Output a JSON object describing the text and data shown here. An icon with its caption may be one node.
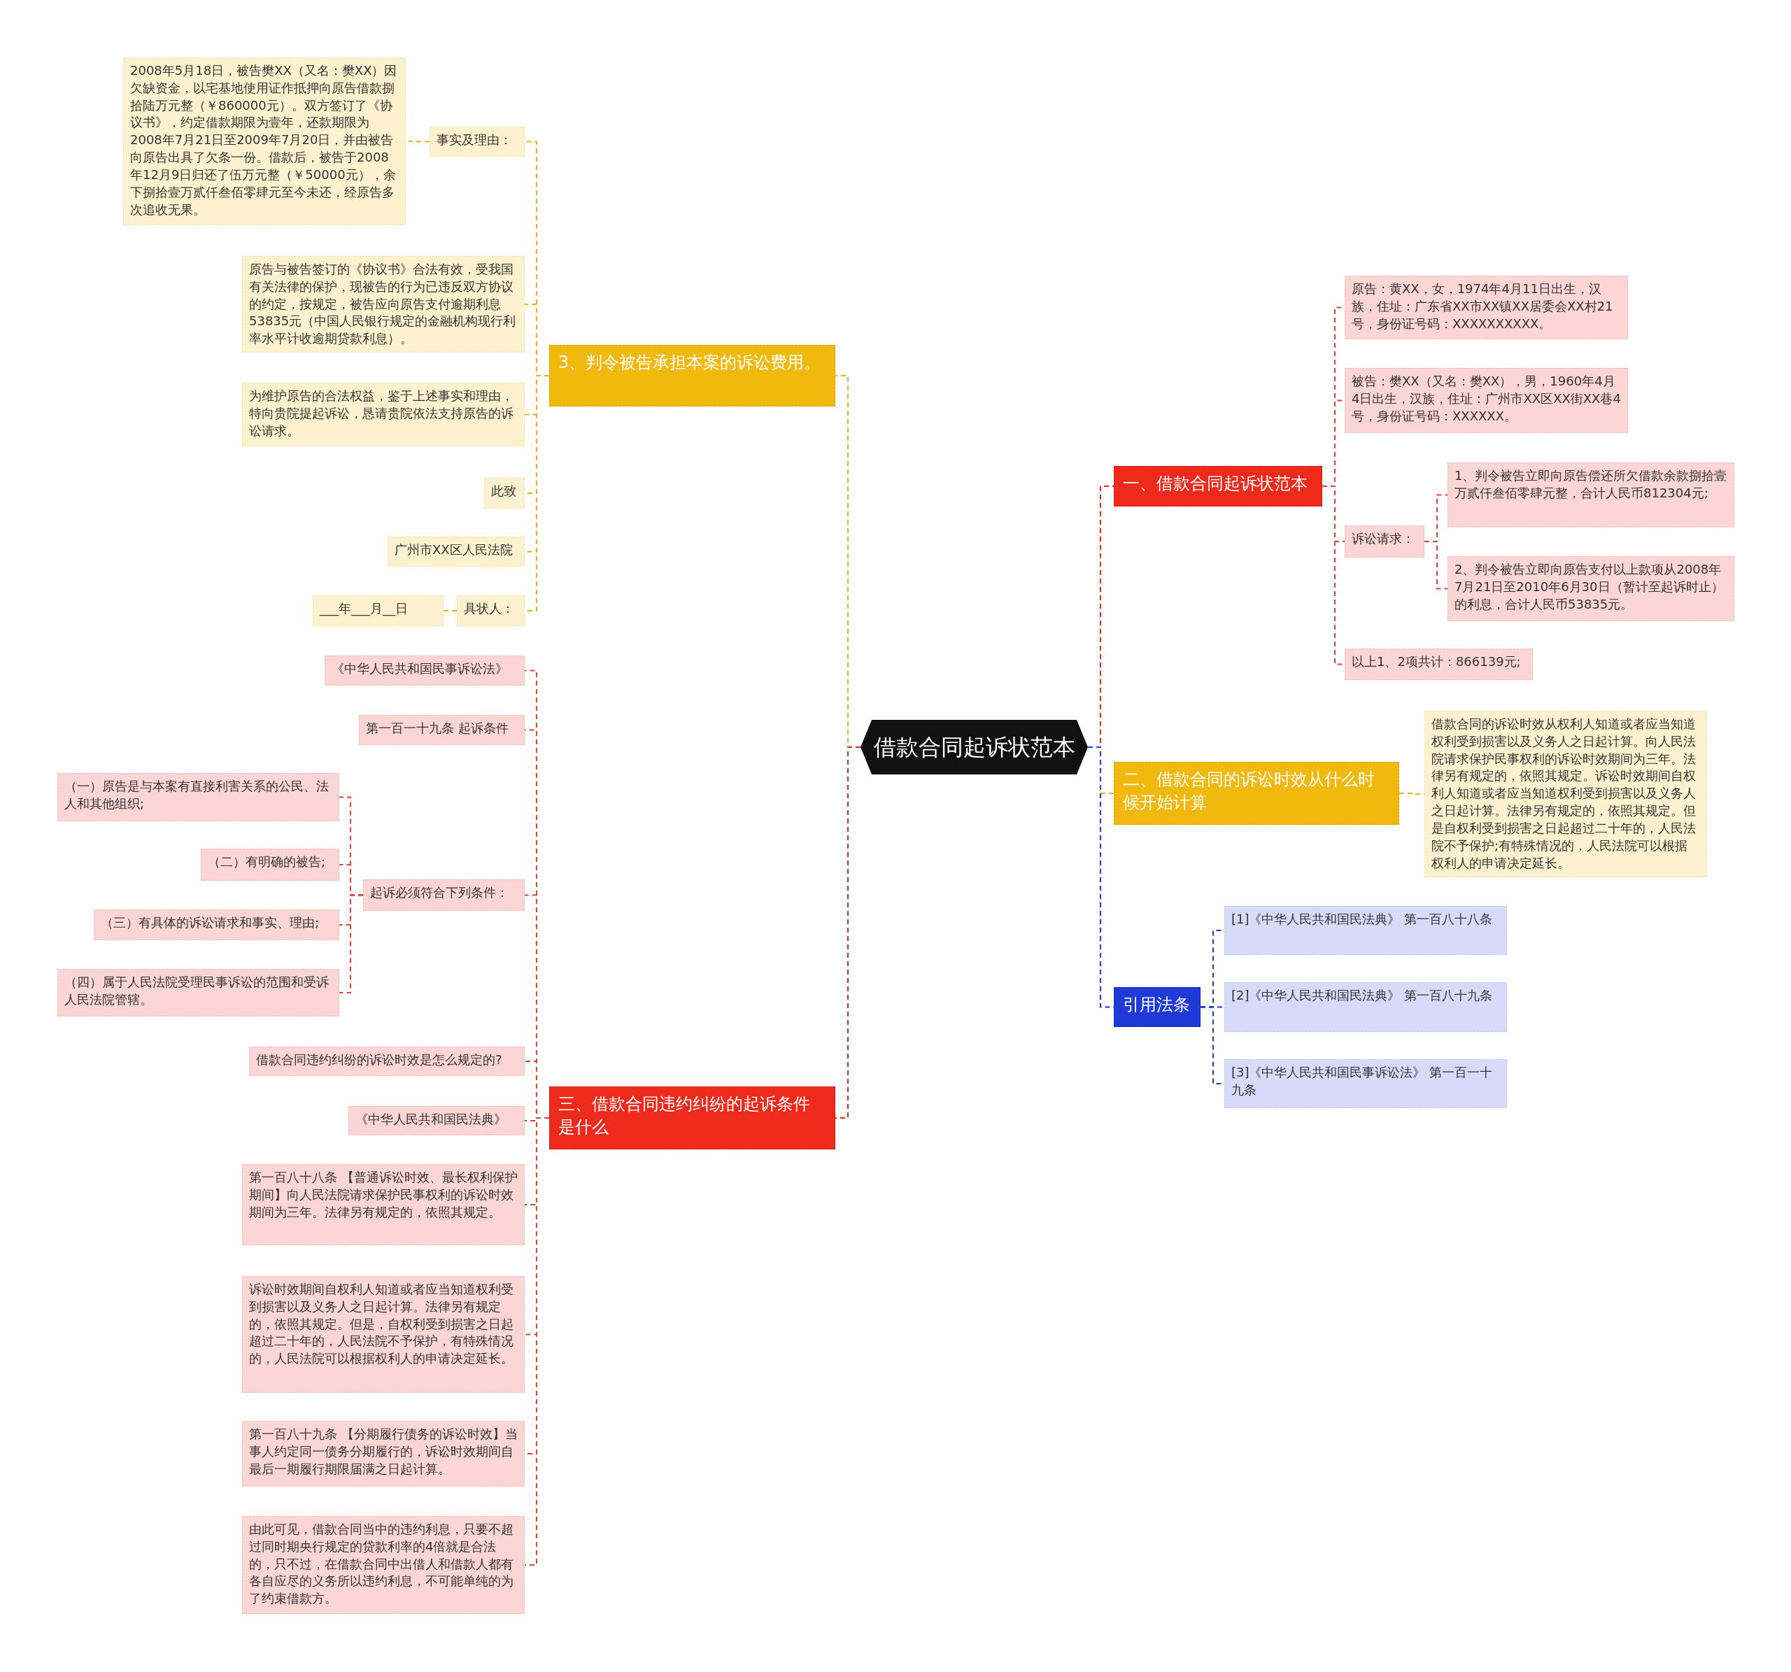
{
  "diagram": {
    "nodes": [
      {
        "text": [
          "借款合同起诉状范本"
        ]
      },
      {
        "text": [
          "一、借款合同起诉状范本"
        ]
      },
      {
        "text": [
          "原告：黄XX，女，1974年4月11日出生，汉族，住址：广东省XX市XX镇XX居委会XX村21号，身份证号码：XXXXXXXXXX。"
        ]
      },
      {
        "text": [
          "被告：樊XX（又名：樊XX），男，1960年4月4日出生，汉族，住址：广州市XX区XX街XX巷4号，身份证号码：XXXXXX。"
        ]
      },
      {
        "text": [
          "诉讼请求："
        ]
      },
      {
        "text": [
          "1、判令被告立即向原告偿还所欠借款余款捌拾壹万贰仟叁佰零肆元整，合计人民币812304元;"
        ]
      },
      {
        "text": [
          "2、判令被告立即向原告支付以上款项从2008年7月21日至2010年6月30日（暂计至起诉时止）的利息，合计人民币53835元。"
        ]
      },
      {
        "text": [
          "以上1、2项共计：866139元;"
        ]
      },
      {
        "text": [
          "二、借款合同的诉讼时效从什么时候开始计算"
        ]
      },
      {
        "text": [
          "借款合同的诉讼时效从权利人知道或者应当知道权利受到损害以及义务人之日起计算。向人民法院请求保护民事权利的诉讼时效期间为三年。法律另有规定的，依照其规定。诉讼时效期间自权利人知道或者应当知道权利受到损害以及义务人之日起计算。法律另有规定的，依照其规定。但是自权利受到损害之日起超过二十年的，人民法院不予保护;有特殊情况的，人民法院可以根据权利人的申请决定延长。"
        ]
      },
      {
        "text": [
          "引用法条"
        ]
      },
      {
        "text": [
          "[1]《中华人民共和国民法典》 第一百八十八条"
        ]
      },
      {
        "text": [
          "[2]《中华人民共和国民法典》 第一百八十九条"
        ]
      },
      {
        "text": [
          "[3]《中华人民共和国民事诉讼法》 第一百一十九条"
        ]
      },
      {
        "text": [
          "3、判令被告承担本案的诉讼费用。"
        ]
      },
      {
        "text": [
          "事实及理由："
        ]
      },
      {
        "text": [
          "2008年5月18日，被告樊XX（又名：樊XX）因欠缺资金，以宅基地使用证作抵押向原告借款捌拾陆万元整（￥860000元）。双方签订了《协议书》，约定借款期限为壹年，还款期限为2008年7月21日至2009年7月20日，并由被告向原告出具了欠条一份。借款后，被告于2008年12月9日归还了伍万元整（￥50000元），余下捌拾壹万贰仟叁佰零肆元至今未还，经原告多次追收无果。"
        ]
      },
      {
        "text": [
          "原告与被告签订的《协议书》合法有效，受我国有关法律的保护，现被告的行为已违反双方协议的约定，按规定，被告应向原告支付逾期利息53835元（中国人民银行规定的金融机构现行利率水平计收逾期贷款利息）。"
        ]
      },
      {
        "text": [
          "为维护原告的合法权益，鉴于上述事实和理由，特向贵院提起诉讼，恳请贵院依法支持原告的诉讼请求。"
        ]
      },
      {
        "text": [
          "此致"
        ]
      },
      {
        "text": [
          "广州市XX区人民法院"
        ]
      },
      {
        "text": [
          "具状人："
        ]
      },
      {
        "text": [
          "___年___月__日"
        ]
      },
      {
        "text": [
          "三、借款合同违约纠纷的起诉条件是什么"
        ]
      },
      {
        "text": [
          "《中华人民共和国民事诉讼法》"
        ]
      },
      {
        "text": [
          "第一百一十九条 起诉条件"
        ]
      },
      {
        "text": [
          "起诉必须符合下列条件："
        ]
      },
      {
        "text": [
          "（一）原告是与本案有直接利害关系的公民、法人和其他组织;"
        ]
      },
      {
        "text": [
          "（二）有明确的被告;"
        ]
      },
      {
        "text": [
          "（三）有具体的诉讼请求和事实、理由;"
        ]
      },
      {
        "text": [
          "（四）属于人民法院受理民事诉讼的范围和受诉人民法院管辖。"
        ]
      },
      {
        "text": [
          "借款合同违约纠纷的诉讼时效是怎么规定的?"
        ]
      },
      {
        "text": [
          "《中华人民共和国民法典》"
        ]
      },
      {
        "text": [
          "第一百八十八条 【普通诉讼时效、最长权利保护期间】向人民法院请求保护民事权利的诉讼时效期间为三年。法律另有规定的，依照其规定。"
        ]
      },
      {
        "text": [
          "诉讼时效期间自权利人知道或者应当知道权利受到损害以及义务人之日起计算。法律另有规定的，依照其规定。但是，自权利受到损害之日起超过二十年的，人民法院不予保护，有特殊情况的，人民法院可以根据权利人的申请决定延长。"
        ]
      },
      {
        "text": [
          "第一百八十九条 【分期履行债务的诉讼时效】当事人约定同一债务分期履行的，诉讼时效期间自最后一期履行期限届满之日起计算。"
        ]
      },
      {
        "text": [
          "由此可见，借款合同当中的违约利息，只要不超过同时期央行规定的贷款利率的4倍就是合法的，只不过，在借款合同中出借人和借款人都有各自应尽的义务所以违约利息，不可能单纯的为了约束借款方。"
        ]
      }
    ],
    "edges": [
      {
        "from": 0,
        "to": 1,
        "arrow": "none",
        "style": "dashed",
        "color": "#e0281c"
      },
      {
        "from": 0,
        "to": 8,
        "arrow": "none",
        "style": "dashed",
        "color": "#e3b020"
      },
      {
        "from": 0,
        "to": 10,
        "arrow": "none",
        "style": "dashed",
        "color": "#2438c8"
      },
      {
        "from": 0,
        "to": 14,
        "arrow": "none",
        "style": "dashed",
        "color": "#e3b020"
      },
      {
        "from": 0,
        "to": 23,
        "arrow": "none",
        "style": "dashed",
        "color": "#e0281c"
      },
      {
        "from": 1,
        "to": 2,
        "arrow": "none",
        "style": "dashed",
        "color": "#d9463c"
      },
      {
        "from": 1,
        "to": 3,
        "arrow": "none",
        "style": "dashed",
        "color": "#d9463c"
      },
      {
        "from": 1,
        "to": 4,
        "arrow": "none",
        "style": "dashed",
        "color": "#d9463c"
      },
      {
        "from": 1,
        "to": 7,
        "arrow": "none",
        "style": "dashed",
        "color": "#d9463c"
      },
      {
        "from": 4,
        "to": 5,
        "arrow": "none",
        "style": "dashed",
        "color": "#d9463c"
      },
      {
        "from": 4,
        "to": 6,
        "arrow": "none",
        "style": "dashed",
        "color": "#d9463c"
      },
      {
        "from": 8,
        "to": 9,
        "arrow": "none",
        "style": "dashed",
        "color": "#e3b020"
      },
      {
        "from": 10,
        "to": 11,
        "arrow": "none",
        "style": "dashed",
        "color": "#2438c8"
      },
      {
        "from": 10,
        "to": 12,
        "arrow": "none",
        "style": "dashed",
        "color": "#2438c8"
      },
      {
        "from": 10,
        "to": 13,
        "arrow": "none",
        "style": "dashed",
        "color": "#2438c8"
      },
      {
        "from": 14,
        "to": 15,
        "arrow": "none",
        "style": "dashed",
        "color": "#e3b020"
      },
      {
        "from": 14,
        "to": 17,
        "arrow": "none",
        "style": "dashed",
        "color": "#e3b020"
      },
      {
        "from": 14,
        "to": 18,
        "arrow": "none",
        "style": "dashed",
        "color": "#e3b020"
      },
      {
        "from": 14,
        "to": 19,
        "arrow": "none",
        "style": "dashed",
        "color": "#e3b020"
      },
      {
        "from": 14,
        "to": 20,
        "arrow": "none",
        "style": "dashed",
        "color": "#e3b020"
      },
      {
        "from": 14,
        "to": 21,
        "arrow": "none",
        "style": "dashed",
        "color": "#e3b020"
      },
      {
        "from": 15,
        "to": 16,
        "arrow": "none",
        "style": "dashed",
        "color": "#e3b020"
      },
      {
        "from": 21,
        "to": 22,
        "arrow": "none",
        "style": "dashed",
        "color": "#e3b020"
      },
      {
        "from": 23,
        "to": 24,
        "arrow": "none",
        "style": "dashed",
        "color": "#d9463c"
      },
      {
        "from": 23,
        "to": 25,
        "arrow": "none",
        "style": "dashed",
        "color": "#d9463c"
      },
      {
        "from": 23,
        "to": 26,
        "arrow": "none",
        "style": "dashed",
        "color": "#d9463c"
      },
      {
        "from": 23,
        "to": 31,
        "arrow": "none",
        "style": "dashed",
        "color": "#d9463c"
      },
      {
        "from": 23,
        "to": 32,
        "arrow": "none",
        "style": "dashed",
        "color": "#d9463c"
      },
      {
        "from": 23,
        "to": 33,
        "arrow": "none",
        "style": "dashed",
        "color": "#d9463c"
      },
      {
        "from": 23,
        "to": 34,
        "arrow": "none",
        "style": "dashed",
        "color": "#d9463c"
      },
      {
        "from": 23,
        "to": 35,
        "arrow": "none",
        "style": "dashed",
        "color": "#d9463c"
      },
      {
        "from": 23,
        "to": 36,
        "arrow": "none",
        "style": "dashed",
        "color": "#d9463c"
      },
      {
        "from": 26,
        "to": 27,
        "arrow": "none",
        "style": "dashed",
        "color": "#d9463c"
      },
      {
        "from": 26,
        "to": 28,
        "arrow": "none",
        "style": "dashed",
        "color": "#d9463c"
      },
      {
        "from": 26,
        "to": 29,
        "arrow": "none",
        "style": "dashed",
        "color": "#d9463c"
      },
      {
        "from": 26,
        "to": 30,
        "arrow": "none",
        "style": "dashed",
        "color": "#d9463c"
      }
    ]
  }
}
